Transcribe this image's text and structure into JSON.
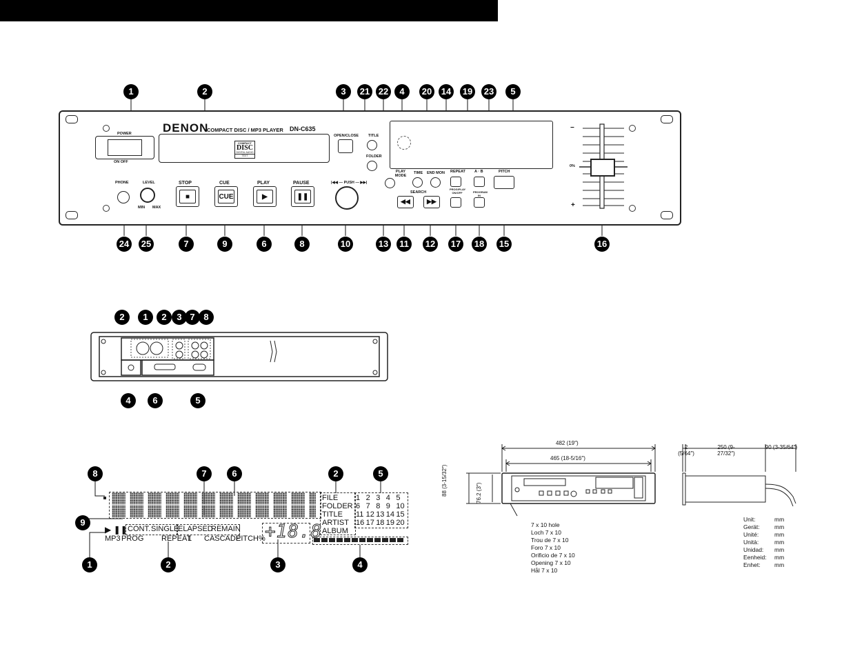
{
  "front": {
    "brand": "DENON",
    "model_text": "COMPACT DISC / MP3 PLAYER",
    "model": "DN-C635",
    "power": "POWER",
    "power_state": "ON  OFF",
    "open_close": "OPEN/CLOSE",
    "title": "TITLE",
    "folder": "FOLDER",
    "phone": "PHONE",
    "level": "LEVEL",
    "min": "MIN",
    "max": "MAX",
    "stop": "STOP",
    "cue": "CUE",
    "play": "PLAY",
    "pause": "PAUSE",
    "push": "PUSH",
    "play_mode": "PLAY MODE",
    "time": "TIME",
    "end_mon": "END MON",
    "search": "SEARCH",
    "repeat": "REPEAT",
    "ab": "A · B",
    "pitch": "PITCH",
    "prog": "PROG/PLAY ON/OFF",
    "program_in": "PROGRAM IN",
    "minus": "−",
    "zero": "0%",
    "plus": "+",
    "cd_line1": "COMPACT",
    "cd_line2": "DISC",
    "cd_line3": "DIGITAL AUDIO",
    "cd_line4": "TEXT",
    "callouts_top": [
      "1",
      "2",
      "3",
      "21",
      "22",
      "4",
      "20",
      "14",
      "19",
      "23",
      "5"
    ],
    "callouts_bottom": [
      "24",
      "25",
      "7",
      "9",
      "6",
      "8",
      "10",
      "13",
      "11",
      "12",
      "17",
      "18",
      "15",
      "16"
    ]
  },
  "rear": {
    "callouts_top": [
      "2",
      "1",
      "2",
      "3",
      "7",
      "8"
    ],
    "callouts_bottom": [
      "4",
      "6",
      "5"
    ]
  },
  "display": {
    "callouts": [
      "8",
      "7",
      "6",
      "2",
      "5",
      "9",
      "1",
      "2",
      "3",
      "4"
    ],
    "indicators": [
      "FILE",
      "FOLDER",
      "TITLE",
      "ARTIST",
      "ALBUM"
    ],
    "numbers": [
      "1",
      "2",
      "3",
      "4",
      "5",
      "6",
      "7",
      "8",
      "9",
      "10",
      "11",
      "12",
      "13",
      "14",
      "15",
      "16",
      "17",
      "18",
      "19",
      "20"
    ],
    "cont": "CONT.",
    "single": "SINGLE",
    "elapsed": "ELAPSED",
    "remain": "REMAIN",
    "mp3": "MP3",
    "prog": "PROG",
    "repeat": "REPEAT",
    "repeat_one": "1",
    "cascade": "CASCADE",
    "pitch_pct": "PITCH%",
    "pitch_value": "+18.8"
  },
  "dimensions": {
    "width_total": "482 (19″)",
    "width_inner": "465 (18-5/16″)",
    "height_total": "88 (3-15/32″)",
    "height_inner": "76.2 (3″)",
    "depth_front": "2 (5/64″)",
    "depth_body": "250 (9-27/32″)",
    "depth_rear": "90 (3-35/64″)",
    "holes": [
      "7 x 10 hole",
      "Loch 7 x 10",
      "Trou de 7 x 10",
      "Foro 7 x 10",
      "Orificio de 7 x 10",
      "Opening 7 x 10",
      "Hål 7 x 10"
    ],
    "units": [
      {
        "label": "Unit:",
        "value": "mm"
      },
      {
        "label": "Gerät:",
        "value": "mm"
      },
      {
        "label": "Unité:",
        "value": "mm"
      },
      {
        "label": "Unità:",
        "value": "mm"
      },
      {
        "label": "Unidad:",
        "value": "mm"
      },
      {
        "label": "Eenheid:",
        "value": "mm"
      },
      {
        "label": "Enhet:",
        "value": "mm"
      }
    ]
  }
}
